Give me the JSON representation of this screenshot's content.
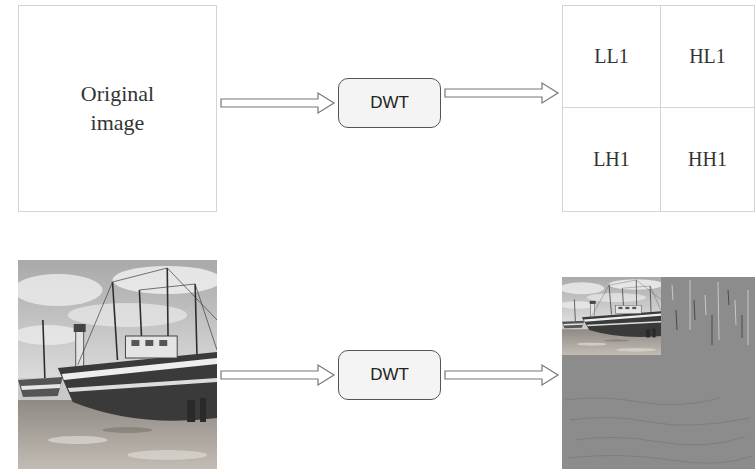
{
  "diagram": {
    "nodes": [
      {
        "text": [
          "Original image"
        ]
      },
      {
        "text": [
          "DWT"
        ]
      },
      {
        "text": [
          "LL1"
        ]
      },
      {
        "text": [
          "HL1"
        ]
      },
      {
        "text": [
          "LH1"
        ]
      },
      {
        "text": [
          "HH1"
        ]
      },
      {
        "text": [
          "DWT"
        ]
      }
    ],
    "edges": [
      {
        "from": 0,
        "to": 1,
        "arrow": "to"
      },
      {
        "from": 1,
        "to": 2,
        "arrow": "to"
      }
    ]
  }
}
